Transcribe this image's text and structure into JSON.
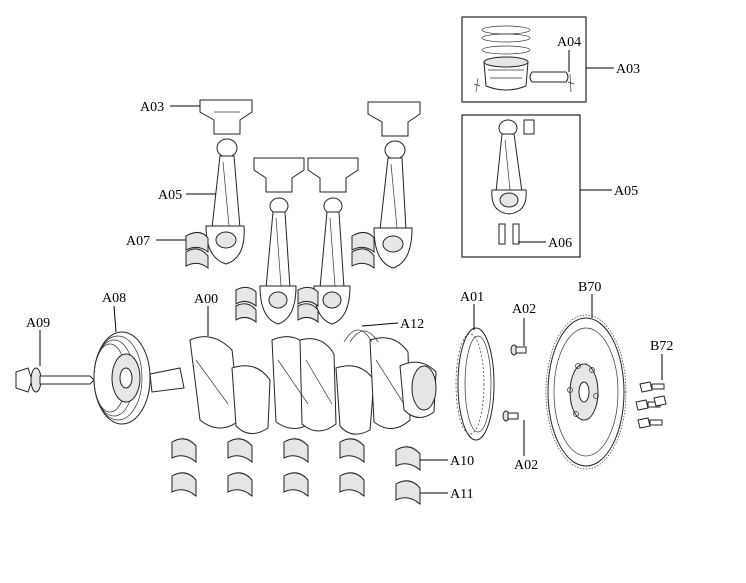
{
  "labels": {
    "A00": "A00",
    "A01": "A01",
    "A02": "A02",
    "A03": "A03",
    "A04": "A04",
    "A05": "A05",
    "A06": "A06",
    "A07": "A07",
    "A08": "A08",
    "A09": "A09",
    "A10": "A10",
    "A11": "A11",
    "A12": "A12",
    "B70": "B70",
    "B72": "B72"
  },
  "colors": {
    "line": "#000000",
    "shade": "#e6e6e6",
    "background": "#ffffff"
  }
}
